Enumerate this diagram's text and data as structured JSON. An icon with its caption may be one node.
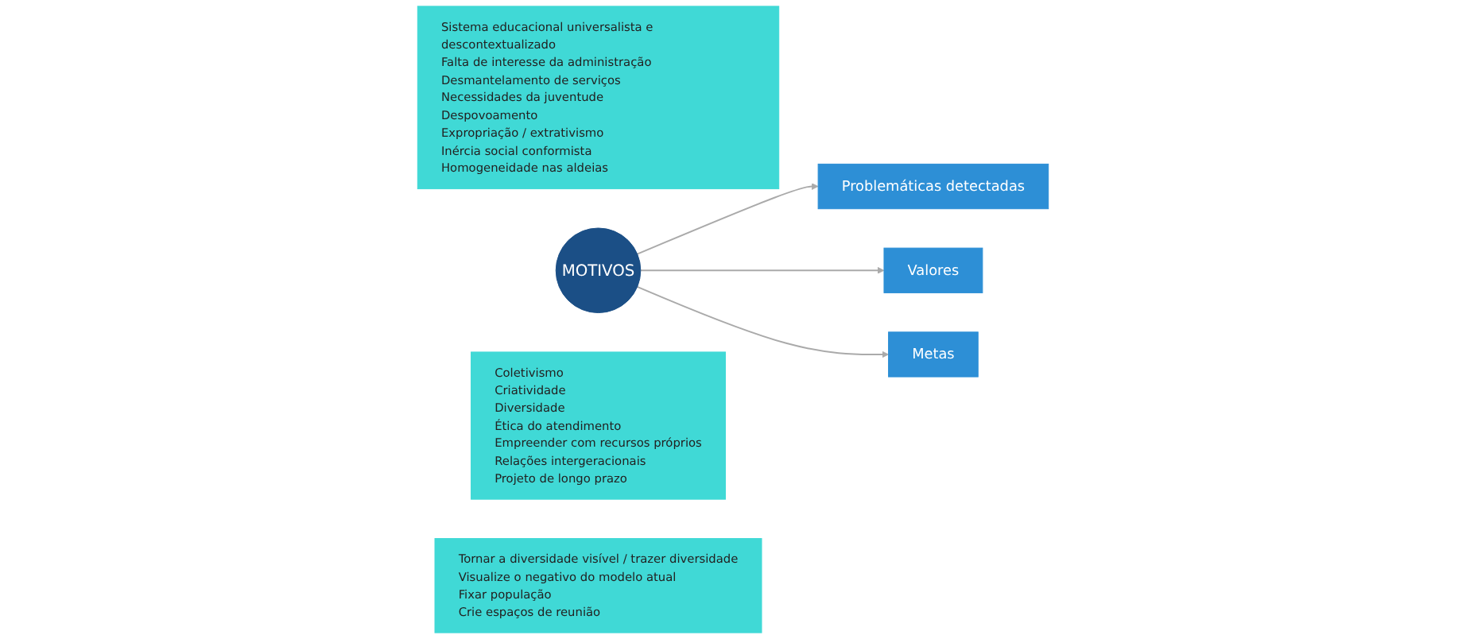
{
  "diagram": {
    "nodes": [
      {
        "text": [
          "Problemáticas detectadas"
        ]
      },
      {
        "text": [
          "Valores"
        ]
      },
      {
        "text": [
          "Sistema educacional universalista e descontextualizado",
          "Falta de interesse da administração",
          "Desmantelamento de serviços",
          "Necessidades da juventude",
          "Despovoamento",
          "Expropriação / extrativismo",
          "Inércia social conformista",
          "Homogeneidade nas aldeias"
        ]
      },
      {
        "text": [
          "MOTIVOS"
        ]
      },
      {
        "text": [
          "Coletivismo",
          "Criatividade",
          "Diversidade",
          "Ética do atendimento",
          "Empreender com recursos próprios",
          "Relações intergeracionais",
          "Projeto de longo prazo"
        ]
      },
      {
        "text": [
          "Metas"
        ]
      },
      {
        "text": [
          "Tornar a diversidade visível / trazer diversidade",
          "Visualize o negativo do modelo atual",
          "Fixar população",
          "Crie espaços de reunião"
        ]
      }
    ],
    "edges": [
      {
        "from": 3,
        "to": 0,
        "arrow": "to"
      },
      {
        "from": 3,
        "to": 1,
        "arrow": "to"
      },
      {
        "from": 3,
        "to": 5,
        "arrow": "to"
      }
    ]
  }
}
